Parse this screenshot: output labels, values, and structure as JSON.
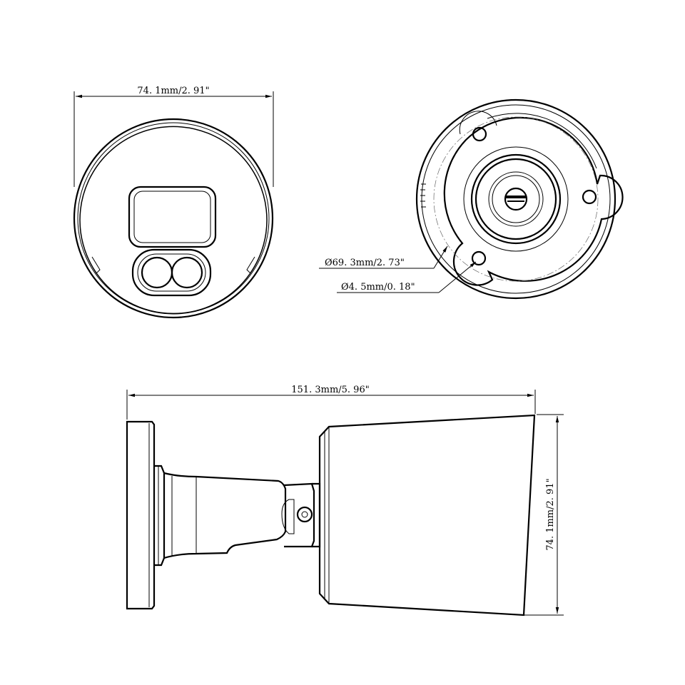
{
  "drawing": {
    "front_view": {
      "width_label": "74. 1mm/2. 91\""
    },
    "rear_view": {
      "diameter_label": "Ø69. 3mm/2. 73\"",
      "hole_label": "Ø4. 5mm/0. 18\""
    },
    "side_view": {
      "length_label": "151. 3mm/5. 96\"",
      "height_label": "74. 1mm/2. 91\""
    }
  }
}
